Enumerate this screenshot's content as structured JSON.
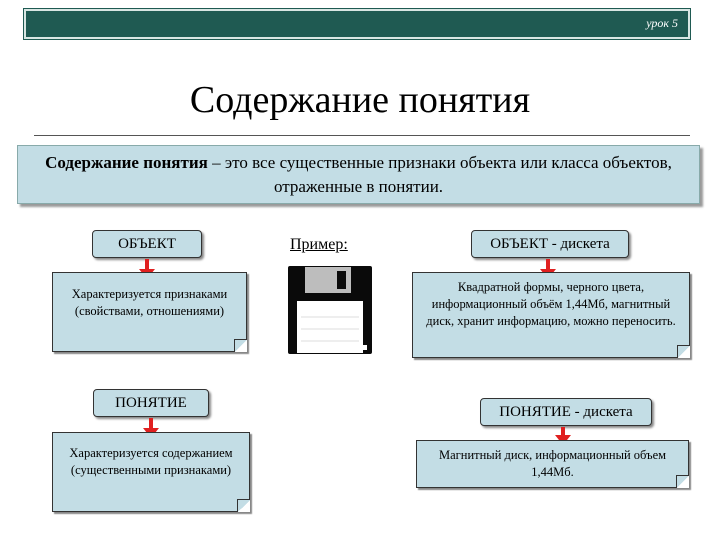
{
  "header": {
    "lesson": "урок 5"
  },
  "title": "Содержание понятия",
  "definition": {
    "term": "Содержание понятия",
    "text": " – это все существенные признаки объекта или класса объектов, отраженные в понятии."
  },
  "left": {
    "object_label": "ОБЪЕКТ",
    "object_note": "Характеризуется признаками (свойствами, отношениями)",
    "concept_label": "ПОНЯТИЕ",
    "concept_note": "Характеризуется содержанием (существенными признаками)"
  },
  "middle": {
    "example_label": "Пример:",
    "image": "floppy-disk-icon"
  },
  "right": {
    "object_label": "ОБЪЕКТ - дискета",
    "object_note": "Квадратной формы, черного цвета, информационный объём 1,44Мб, магнитный диск, хранит информацию, можно переносить.",
    "concept_label": "ПОНЯТИЕ - дискета",
    "concept_note": "Магнитный диск, информационный объем 1,44Мб."
  },
  "colors": {
    "box": "#c3dde5",
    "bar": "#1f5a52",
    "arrow": "#e02020"
  }
}
